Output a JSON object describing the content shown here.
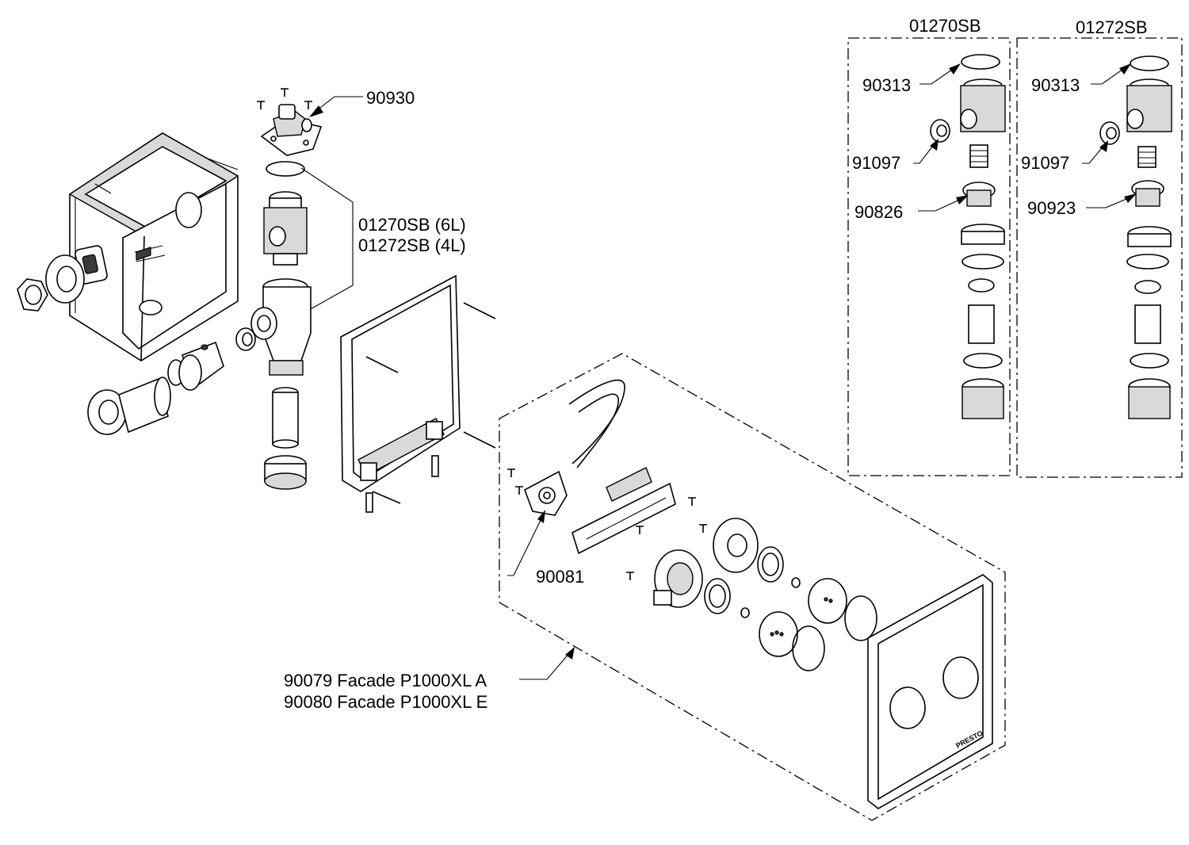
{
  "labels": {
    "p90930": "90930",
    "cartridge_6l": "01270SB (6L)",
    "cartridge_4l": "01272SB (4L)",
    "p90081": "90081",
    "facade_a": "90079 Facade P1000XL A",
    "facade_e": "90080 Facade P1000XL E"
  },
  "panel_left": {
    "title": "01270SB",
    "oring": "90313",
    "washer": "91097",
    "piston": "90826"
  },
  "panel_right": {
    "title": "01272SB",
    "oring": "90313",
    "washer": "91097",
    "piston": "90923"
  },
  "brand_text": "PRESTO"
}
